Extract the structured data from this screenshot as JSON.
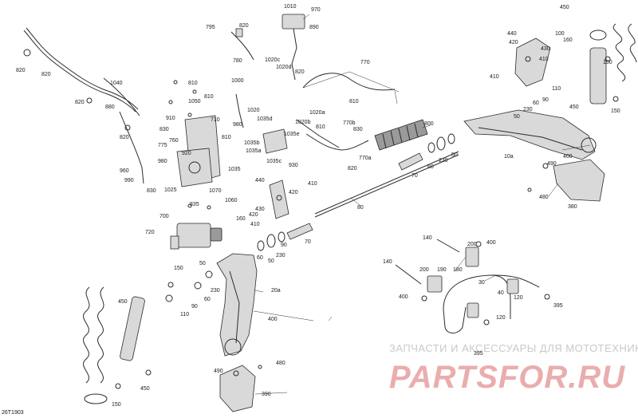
{
  "diagram_code": "26T1903",
  "watermark": {
    "line1": "ЗАПЧАСТИ И АКСЕССУАРЫ ДЛЯ МОТОТЕХНИКИ",
    "line2": "PARTSFOR.RU"
  },
  "callouts": [
    {
      "id": "c1010",
      "label": "1010"
    },
    {
      "id": "c970",
      "label": "970"
    },
    {
      "id": "c890",
      "label": "890"
    },
    {
      "id": "c795",
      "label": "795"
    },
    {
      "id": "c820a",
      "label": "820"
    },
    {
      "id": "c780",
      "label": "780"
    },
    {
      "id": "c820b",
      "label": "820"
    },
    {
      "id": "c820c",
      "label": "820"
    },
    {
      "id": "c1040",
      "label": "1040"
    },
    {
      "id": "c880",
      "label": "880"
    },
    {
      "id": "c820d",
      "label": "820"
    },
    {
      "id": "c820e",
      "label": "820"
    },
    {
      "id": "c810a",
      "label": "810"
    },
    {
      "id": "c1050",
      "label": "1050"
    },
    {
      "id": "c810b",
      "label": "810"
    },
    {
      "id": "c1000",
      "label": "1000"
    },
    {
      "id": "c1020c",
      "label": "1020c"
    },
    {
      "id": "c1020d",
      "label": "1020d"
    },
    {
      "id": "c820f",
      "label": "820"
    },
    {
      "id": "c770",
      "label": "770"
    },
    {
      "id": "c910",
      "label": "910"
    },
    {
      "id": "c710",
      "label": "710"
    },
    {
      "id": "c1020",
      "label": "1020"
    },
    {
      "id": "c1035d",
      "label": "1035d"
    },
    {
      "id": "c1020b",
      "label": "1020b"
    },
    {
      "id": "c1020a",
      "label": "1020a"
    },
    {
      "id": "c810c",
      "label": "810"
    },
    {
      "id": "c770b",
      "label": "770b"
    },
    {
      "id": "c830a",
      "label": "830"
    },
    {
      "id": "c800",
      "label": "800"
    },
    {
      "id": "c830b",
      "label": "830"
    },
    {
      "id": "c760",
      "label": "760"
    },
    {
      "id": "c980a",
      "label": "980"
    },
    {
      "id": "c1035e",
      "label": "1035e"
    },
    {
      "id": "c775",
      "label": "775"
    },
    {
      "id": "c920",
      "label": "920"
    },
    {
      "id": "c810d",
      "label": "810"
    },
    {
      "id": "c1035b",
      "label": "1035b"
    },
    {
      "id": "c1035a",
      "label": "1035a"
    },
    {
      "id": "c980b",
      "label": "980"
    },
    {
      "id": "c1035c",
      "label": "1035c"
    },
    {
      "id": "c810e",
      "label": "810"
    },
    {
      "id": "c770a",
      "label": "770a"
    },
    {
      "id": "c820g",
      "label": "820"
    },
    {
      "id": "c960",
      "label": "960"
    },
    {
      "id": "c1035",
      "label": "1035"
    },
    {
      "id": "c930",
      "label": "930"
    },
    {
      "id": "c990",
      "label": "990"
    },
    {
      "id": "c830c",
      "label": "830"
    },
    {
      "id": "c1025",
      "label": "1025"
    },
    {
      "id": "c70a",
      "label": "70"
    },
    {
      "id": "c60a",
      "label": "60"
    },
    {
      "id": "c230a",
      "label": "230"
    },
    {
      "id": "c50a",
      "label": "50"
    },
    {
      "id": "c440a",
      "label": "440"
    },
    {
      "id": "c410a",
      "label": "410"
    },
    {
      "id": "c1070",
      "label": "1070"
    },
    {
      "id": "c420a",
      "label": "420"
    },
    {
      "id": "c835",
      "label": "835"
    },
    {
      "id": "c1060",
      "label": "1060"
    },
    {
      "id": "c430a",
      "label": "430"
    },
    {
      "id": "c160a",
      "label": "160"
    },
    {
      "id": "c420b",
      "label": "420"
    },
    {
      "id": "c410b",
      "label": "410"
    },
    {
      "id": "c80",
      "label": "80"
    },
    {
      "id": "c700",
      "label": "700"
    },
    {
      "id": "c720",
      "label": "720"
    },
    {
      "id": "c70b",
      "label": "70"
    },
    {
      "id": "c60b",
      "label": "60"
    },
    {
      "id": "c50b",
      "label": "50"
    },
    {
      "id": "c230b",
      "label": "230"
    },
    {
      "id": "c90a",
      "label": "90"
    },
    {
      "id": "c150a",
      "label": "150"
    },
    {
      "id": "c50c",
      "label": "50"
    },
    {
      "id": "c230c",
      "label": "230"
    },
    {
      "id": "c20a",
      "label": "20a"
    },
    {
      "id": "c60c",
      "label": "60"
    },
    {
      "id": "c90b",
      "label": "90"
    },
    {
      "id": "c450a",
      "label": "450"
    },
    {
      "id": "c110a",
      "label": "110"
    },
    {
      "id": "c400a",
      "label": "400"
    },
    {
      "id": "c490a",
      "label": "490"
    },
    {
      "id": "c480a",
      "label": "480"
    },
    {
      "id": "c390",
      "label": "390"
    },
    {
      "id": "c450b",
      "label": "450"
    },
    {
      "id": "c150b",
      "label": "150"
    },
    {
      "id": "c450c",
      "label": "450"
    },
    {
      "id": "c440b",
      "label": "440"
    },
    {
      "id": "c420c",
      "label": "420"
    },
    {
      "id": "c100",
      "label": "100"
    },
    {
      "id": "c160b",
      "label": "160"
    },
    {
      "id": "c430b",
      "label": "430"
    },
    {
      "id": "c410c",
      "label": "410"
    },
    {
      "id": "c150c",
      "label": "150"
    },
    {
      "id": "c410d",
      "label": "410"
    },
    {
      "id": "c110b",
      "label": "110"
    },
    {
      "id": "c90c",
      "label": "90"
    },
    {
      "id": "c60d",
      "label": "60"
    },
    {
      "id": "c230d",
      "label": "230"
    },
    {
      "id": "c450d",
      "label": "450"
    },
    {
      "id": "c50d",
      "label": "50"
    },
    {
      "id": "c150d",
      "label": "150"
    },
    {
      "id": "c10a",
      "label": "10a"
    },
    {
      "id": "c400b",
      "label": "400"
    },
    {
      "id": "c490b",
      "label": "490"
    },
    {
      "id": "c480b",
      "label": "480"
    },
    {
      "id": "c380",
      "label": "380"
    },
    {
      "id": "c140a",
      "label": "140"
    },
    {
      "id": "c200a",
      "label": "200"
    },
    {
      "id": "c400c",
      "label": "400"
    },
    {
      "id": "c140b",
      "label": "140"
    },
    {
      "id": "c200b",
      "label": "200"
    },
    {
      "id": "c190",
      "label": "190"
    },
    {
      "id": "c180",
      "label": "180"
    },
    {
      "id": "c30",
      "label": "30"
    },
    {
      "id": "c400d",
      "label": "400"
    },
    {
      "id": "c40",
      "label": "40"
    },
    {
      "id": "c120a",
      "label": "120"
    },
    {
      "id": "c395a",
      "label": "395"
    },
    {
      "id": "c120b",
      "label": "120"
    },
    {
      "id": "c395b",
      "label": "395"
    }
  ]
}
